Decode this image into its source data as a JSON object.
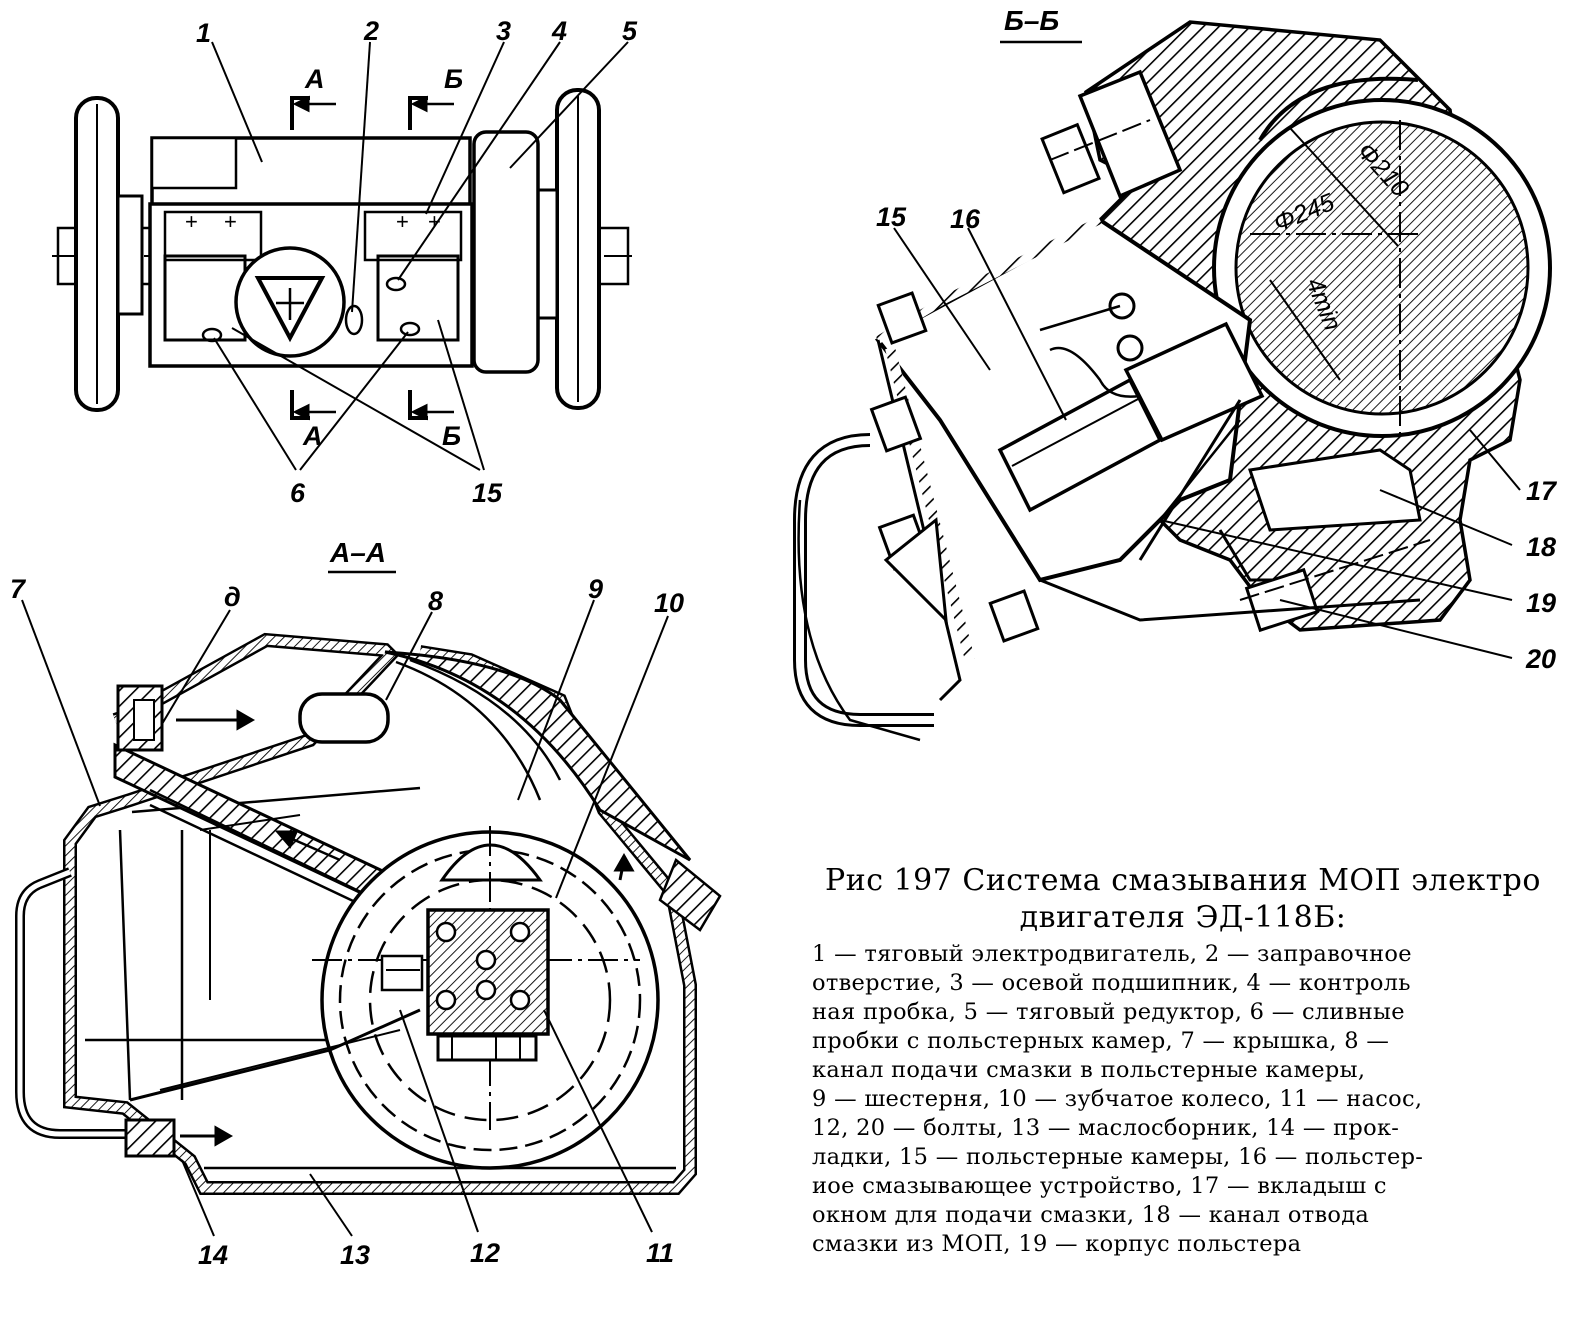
{
  "figure": {
    "caption_title_line1": "Рис 197 Система смазывания МОП электро",
    "caption_title_line2": "двигателя ЭД-118Б:",
    "caption_lines": [
      "1 — тяговый электродвигатель, 2 — заправочное",
      "отверстие, 3 — осевой подшипник, 4 — контроль",
      "ная пробка, 5 — тяговый редуктор, 6 — сливные",
      "пробки с польстерных камер, 7 — крышка, 8 —",
      "канал подачи смазки в польстерные камеры,",
      "9 — шестерня, 10 — зубчатое колесо, 11 — насос,",
      "12, 20 — болты, 13 — маслосборник, 14 — прок-",
      "ладки, 15 — польстерные камеры, 16 — польстер-",
      "иое смазывающее устройство, 17 — вкладыш с",
      "окном для подачи смазки, 18 — канал отвода",
      "смазки из МОП, 19 — корпус польстера"
    ]
  },
  "views": {
    "section_aa": "А–А",
    "section_bb": "Б–Б",
    "cut_a": "А",
    "cut_b": "Б"
  },
  "top_view_labels": [
    "1",
    "2",
    "3",
    "4",
    "5",
    "6",
    "15"
  ],
  "aa_labels": [
    "7",
    "д",
    "8",
    "9",
    "10",
    "14",
    "13",
    "12",
    "11"
  ],
  "bb_labels": [
    "15",
    "16",
    "17",
    "18",
    "19",
    "20"
  ],
  "dimensions": [
    "Φ210",
    "Φ245",
    "4min"
  ]
}
